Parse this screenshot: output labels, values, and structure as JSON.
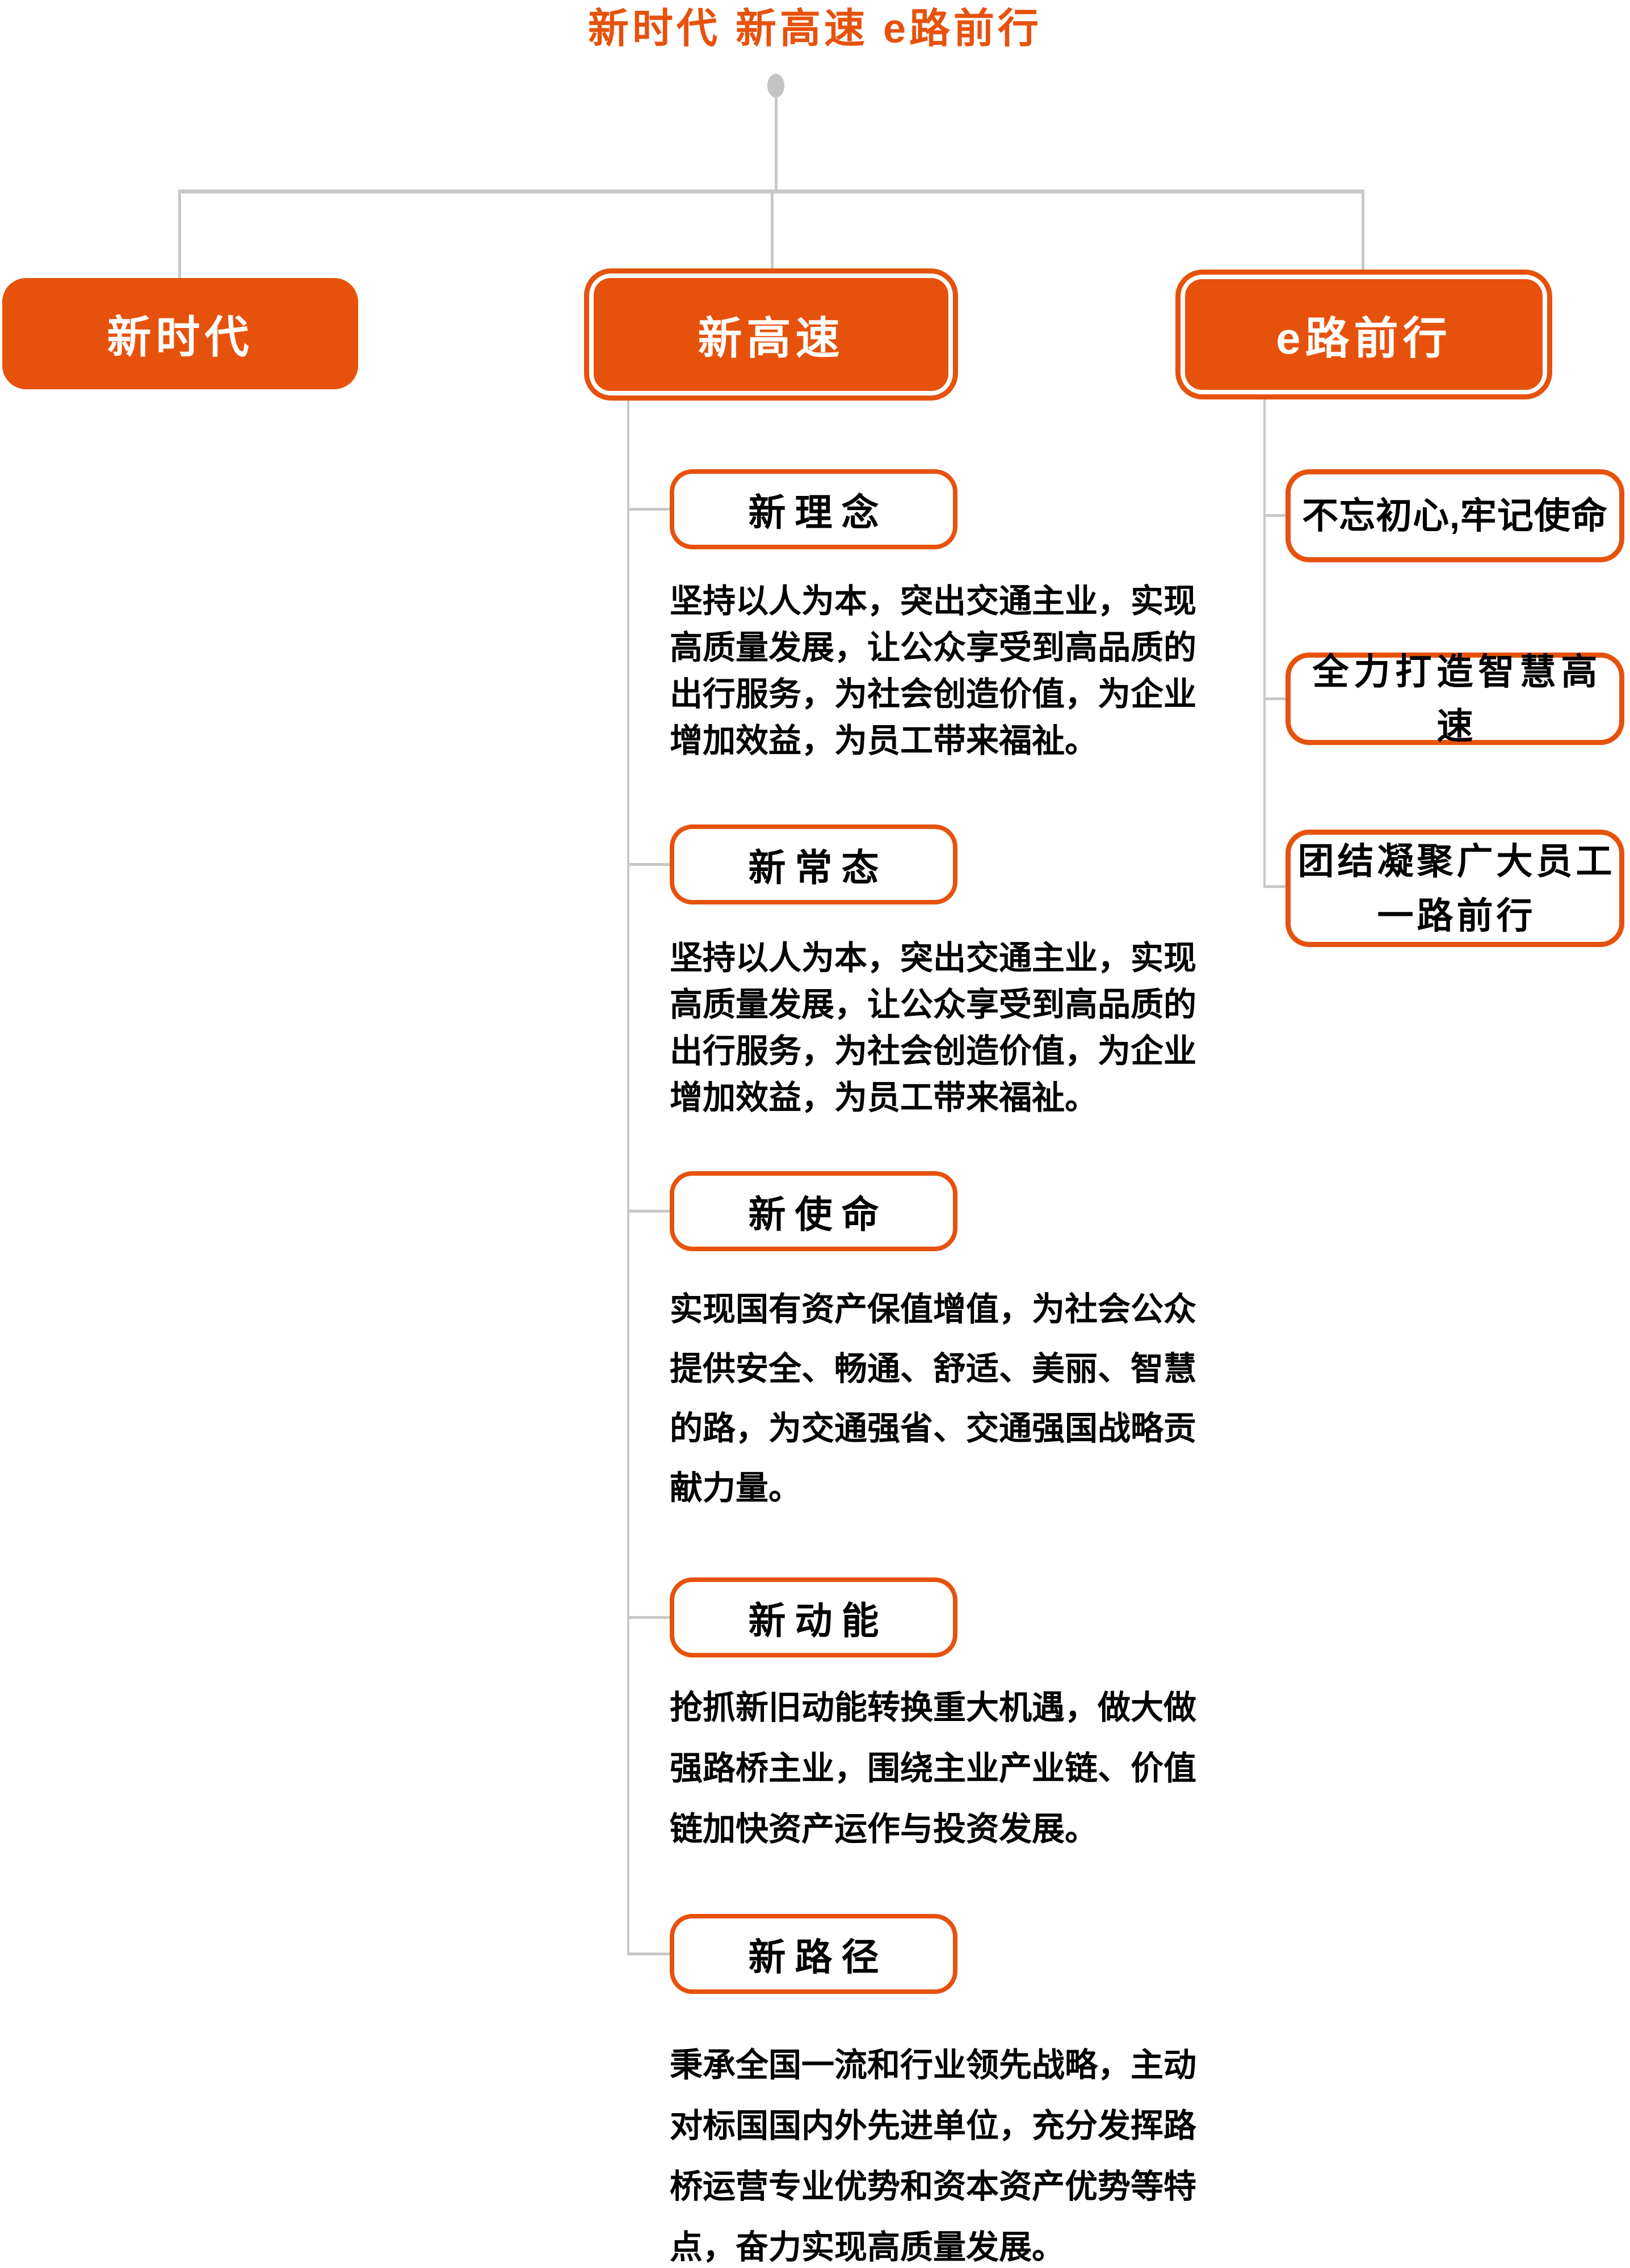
{
  "title": "新时代 新高速 e路前行",
  "colors": {
    "accent": "#E6520C",
    "line": "#C8C8C8",
    "ink": "#000000",
    "paper": "#FFFFFF"
  },
  "branches": {
    "left": {
      "label": "新时代"
    },
    "middle": {
      "label": "新高速",
      "sections": [
        {
          "title": "新理念",
          "lines": [
            "坚持以人为本，突出交通主业，实现",
            "高质量发展，让公众享受到高品质的",
            "出行服务，为社会创造价值，为企业",
            "增加效益，为员工带来福祉。"
          ]
        },
        {
          "title": "新常态",
          "lines": [
            "坚持以人为本，突出交通主业，实现",
            "高质量发展，让公众享受到高品质的",
            "出行服务，为社会创造价值，为企业",
            "增加效益，为员工带来福祉。"
          ]
        },
        {
          "title": "新使命",
          "lines": [
            "实现国有资产保值增值，为社会公众",
            "提供安全、畅通、舒适、美丽、智慧",
            "的路，为交通强省、交通强国战略贡",
            "献力量。"
          ]
        },
        {
          "title": "新动能",
          "lines": [
            "抢抓新旧动能转换重大机遇，做大做",
            "强路桥主业，围绕主业产业链、价值",
            "链加快资产运作与投资发展。"
          ]
        },
        {
          "title": "新路径",
          "lines": [
            "秉承全国一流和行业领先战略，主动",
            "对标国国内外先进单位，充分发挥路",
            "桥运营专业优势和资本资产优势等特",
            "点，奋力实现高质量发展。"
          ]
        }
      ]
    },
    "right": {
      "label": "e路前行",
      "items": [
        {
          "lines": [
            "不忘初心,牢记使命"
          ]
        },
        {
          "lines": [
            "全力打造智慧高速"
          ]
        },
        {
          "lines": [
            "团结凝聚广大员工",
            "一路前行"
          ]
        }
      ]
    }
  }
}
